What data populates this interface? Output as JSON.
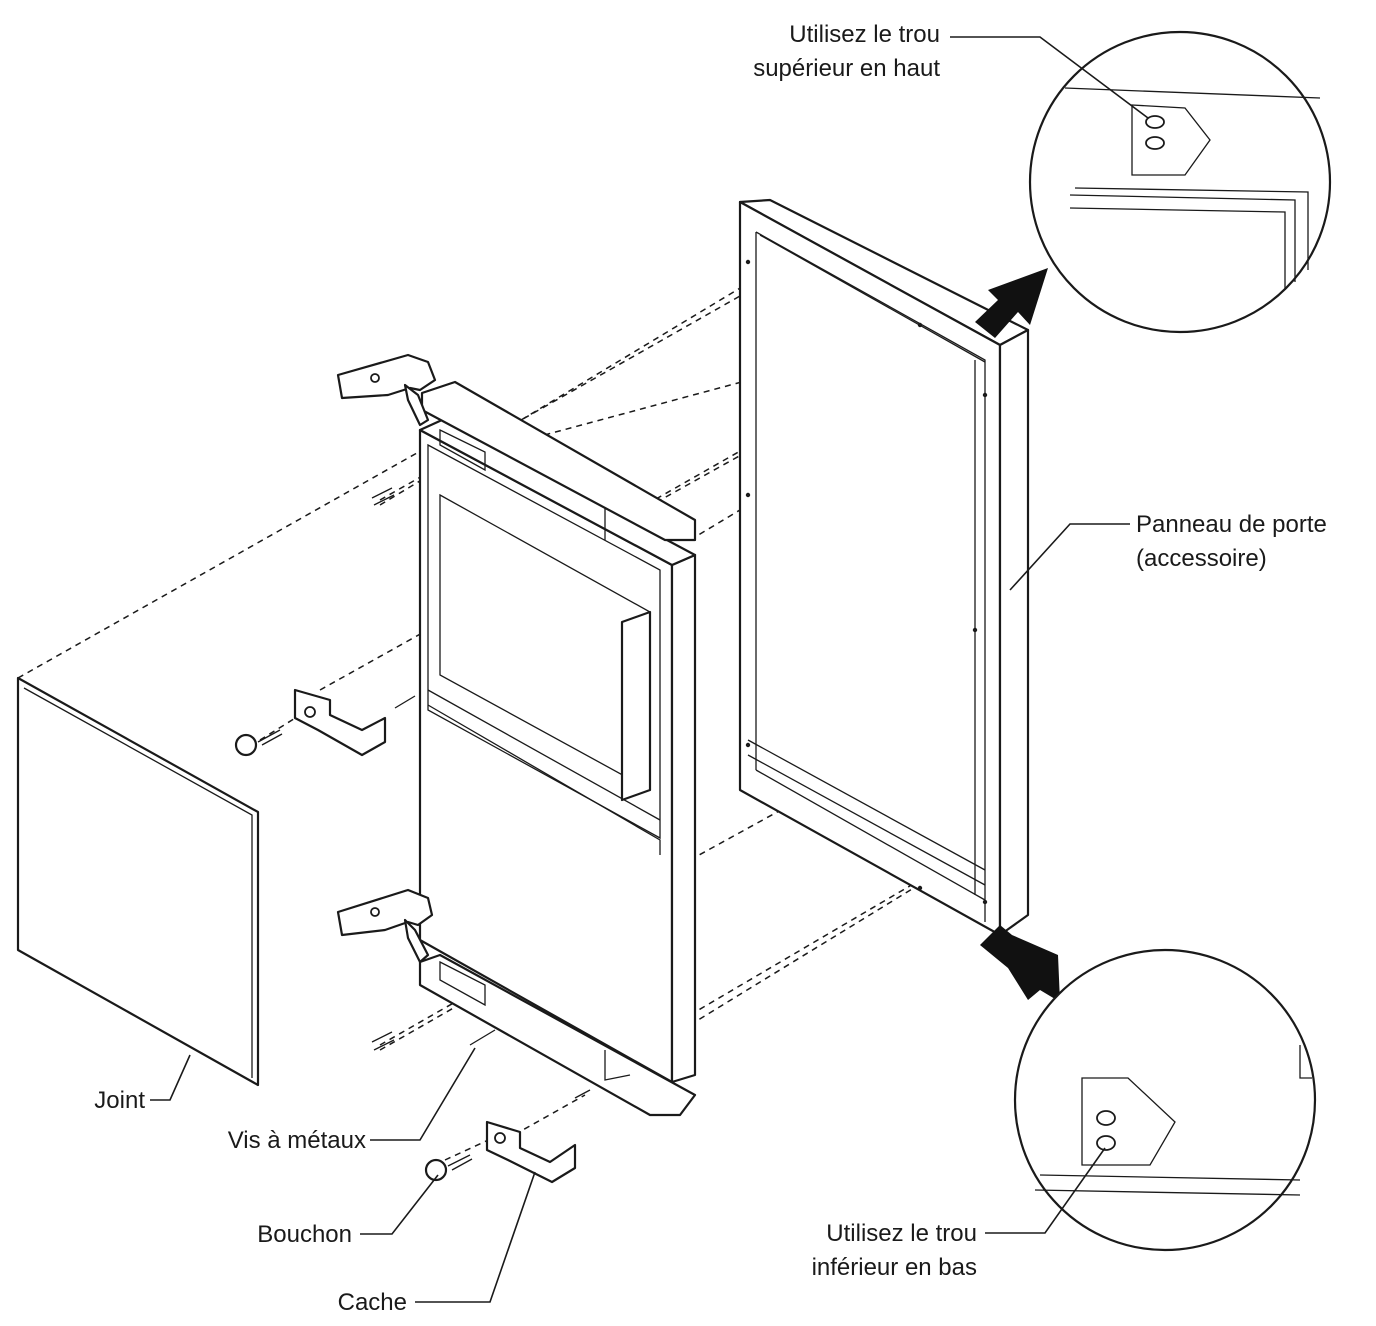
{
  "labels": {
    "top_hole_line1": "Utilisez le trou",
    "top_hole_line2": "supérieur en haut",
    "door_panel_line1": "Panneau de porte",
    "door_panel_line2": "(accessoire)",
    "gasket": "Joint",
    "machine_screw": "Vis à métaux",
    "plug": "Bouchon",
    "cover": "Cache",
    "bottom_hole_line1": "Utilisez le trou",
    "bottom_hole_line2": "inférieur en bas"
  }
}
